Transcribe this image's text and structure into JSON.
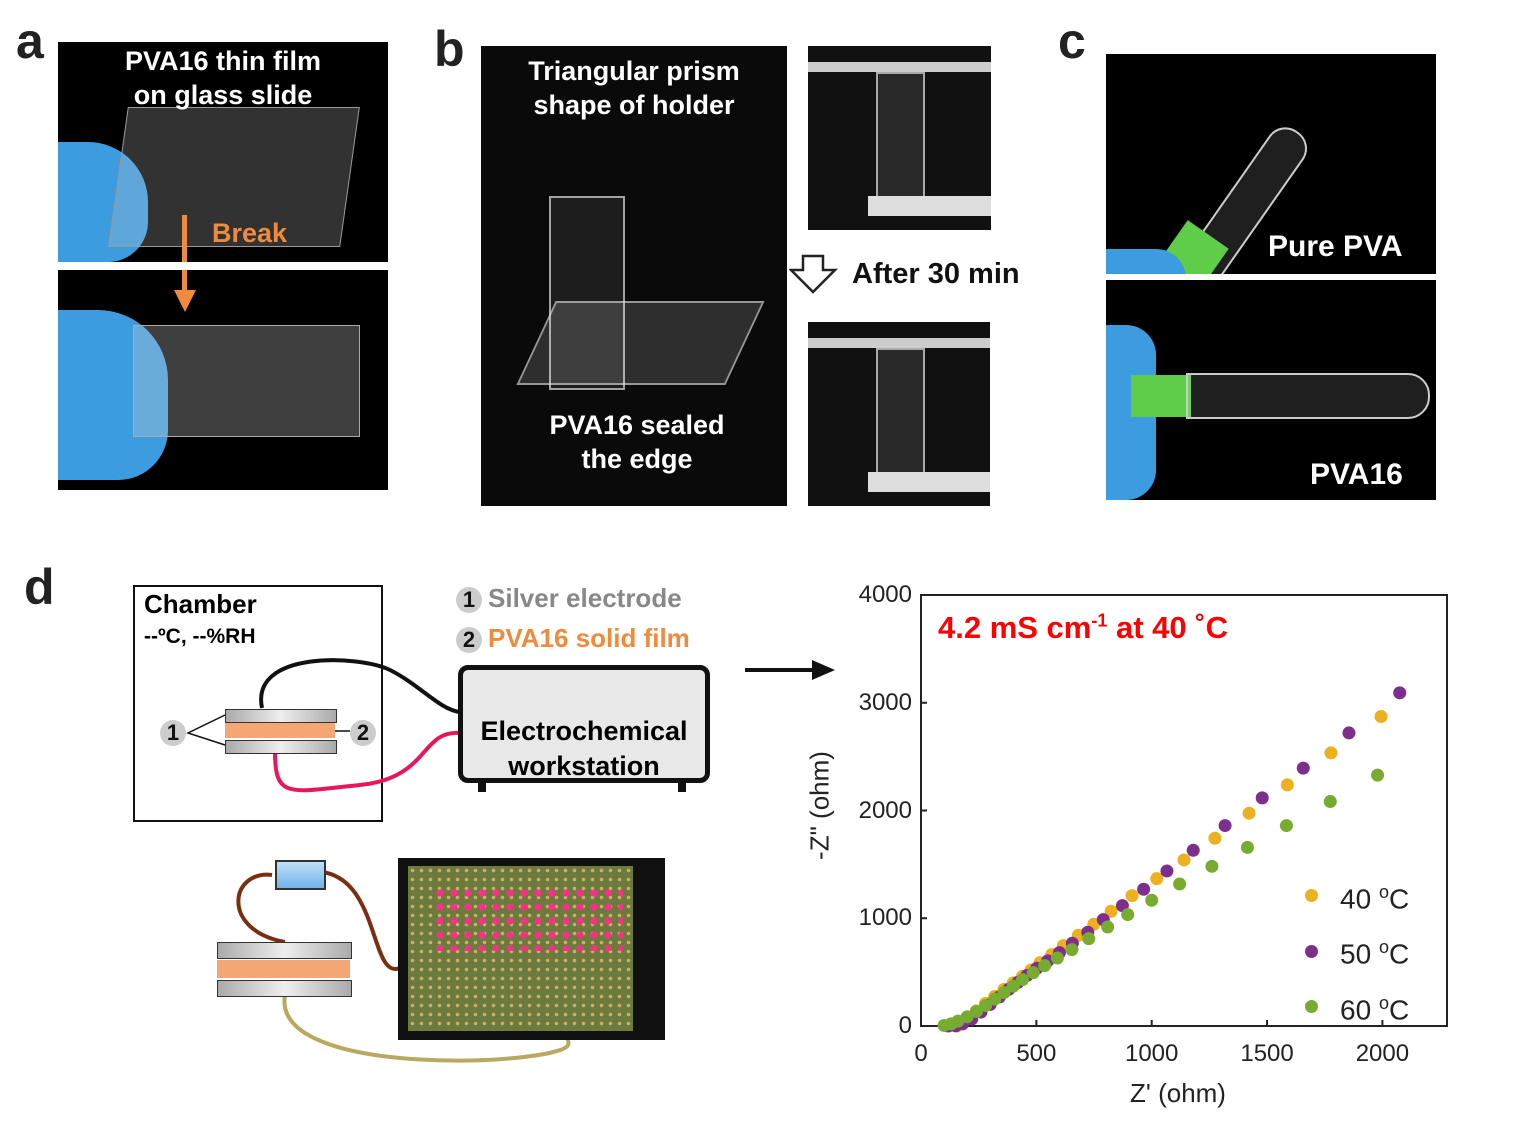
{
  "panel_a": {
    "label": "a",
    "title_line1": "PVA16 thin film",
    "title_line2": "on glass slide",
    "break_label": "Break"
  },
  "panel_b": {
    "label": "b",
    "top_line1": "Triangular prism",
    "top_line2": "shape of holder",
    "bottom_line1": "PVA16 sealed",
    "bottom_line2": "the edge",
    "after_label": "After 30 min"
  },
  "panel_c": {
    "label": "c",
    "top_caption": "Pure PVA",
    "bottom_caption": "PVA16"
  },
  "panel_d": {
    "label": "d",
    "chamber_title": "Chamber",
    "chamber_conditions": "--ºC, --%RH",
    "marker_1": "1",
    "marker_2": "2",
    "legend": [
      {
        "num": "1",
        "text": "Silver electrode",
        "color": "#888888"
      },
      {
        "num": "2",
        "text": "PVA16 solid film",
        "color": "#F08A3C"
      }
    ],
    "workstation_line1": "Electrochemical",
    "workstation_line2": "workstation"
  },
  "colors": {
    "orange": "#F08A3C",
    "red": "#FF0000",
    "wire_red": "#E8175D",
    "film": "#F4A774"
  },
  "chart_data": {
    "type": "scatter",
    "annotation": {
      "main": "4.2 mS cm",
      "sup": "-1",
      "rest": " at 40 ˚C"
    },
    "xlabel": "Z' (ohm)",
    "ylabel": "-Z\" (ohm)",
    "xlim": [
      0,
      2280
    ],
    "ylim": [
      0,
      4000
    ],
    "xticks": [
      "0",
      "500",
      "1000",
      "1500",
      "2000"
    ],
    "xtick_values": [
      0,
      500,
      1000,
      1500,
      2000
    ],
    "yticks": [
      "0",
      "1000",
      "2000",
      "3000",
      "4000"
    ],
    "ytick_values": [
      0,
      1000,
      2000,
      3000,
      4000
    ],
    "legend_position": "bottom-right",
    "series": [
      {
        "name": "40",
        "unit_sup": "o",
        "unit": "C",
        "color": "#EDB120",
        "points": [
          [
            155,
            0
          ],
          [
            170,
            20
          ],
          [
            200,
            70
          ],
          [
            240,
            140
          ],
          [
            280,
            210
          ],
          [
            320,
            275
          ],
          [
            360,
            340
          ],
          [
            400,
            400
          ],
          [
            440,
            460
          ],
          [
            477,
            520
          ],
          [
            516,
            588
          ],
          [
            566,
            662
          ],
          [
            617,
            746
          ],
          [
            682,
            842
          ],
          [
            749,
            944
          ],
          [
            824,
            1065
          ],
          [
            915,
            1210
          ],
          [
            1022,
            1368
          ],
          [
            1140,
            1541
          ],
          [
            1274,
            1742
          ],
          [
            1422,
            1975
          ],
          [
            1588,
            2238
          ],
          [
            1777,
            2535
          ],
          [
            1994,
            2872
          ]
        ]
      },
      {
        "name": "50",
        "unit_sup": "o",
        "unit": "C",
        "color": "#7E2F8E",
        "points": [
          [
            118,
            0
          ],
          [
            150,
            2
          ],
          [
            180,
            20
          ],
          [
            220,
            65
          ],
          [
            260,
            130
          ],
          [
            300,
            200
          ],
          [
            340,
            270
          ],
          [
            380,
            340
          ],
          [
            420,
            405
          ],
          [
            460,
            470
          ],
          [
            502,
            536
          ],
          [
            549,
            604
          ],
          [
            600,
            681
          ],
          [
            656,
            768
          ],
          [
            723,
            870
          ],
          [
            790,
            987
          ],
          [
            873,
            1117
          ],
          [
            965,
            1269
          ],
          [
            1066,
            1439
          ],
          [
            1180,
            1631
          ],
          [
            1318,
            1860
          ],
          [
            1479,
            2117
          ],
          [
            1657,
            2393
          ],
          [
            1855,
            2720
          ],
          [
            2075,
            3092
          ]
        ]
      },
      {
        "name": "60",
        "unit_sup": "o",
        "unit": "C",
        "color": "#77AC30",
        "points": [
          [
            100,
            5
          ],
          [
            130,
            20
          ],
          [
            160,
            45
          ],
          [
            200,
            85
          ],
          [
            240,
            135
          ],
          [
            280,
            190
          ],
          [
            320,
            250
          ],
          [
            360,
            310
          ],
          [
            400,
            370
          ],
          [
            440,
            430
          ],
          [
            487,
            495
          ],
          [
            536,
            560
          ],
          [
            591,
            631
          ],
          [
            654,
            709
          ],
          [
            727,
            811
          ],
          [
            809,
            919
          ],
          [
            896,
            1034
          ],
          [
            1000,
            1167
          ],
          [
            1121,
            1318
          ],
          [
            1261,
            1482
          ],
          [
            1415,
            1658
          ],
          [
            1584,
            1860
          ],
          [
            1774,
            2083
          ],
          [
            1979,
            2328
          ]
        ]
      }
    ]
  }
}
